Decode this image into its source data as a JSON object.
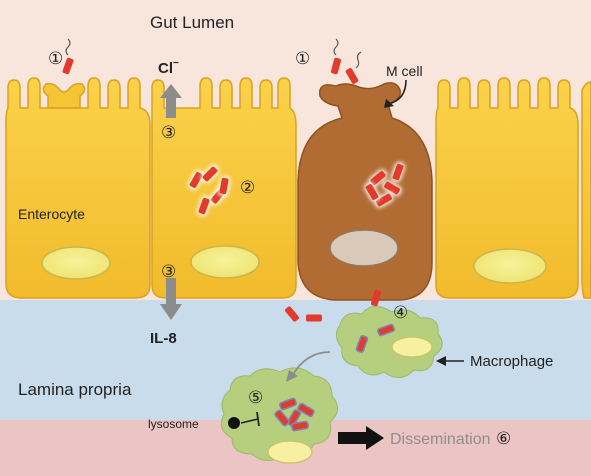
{
  "regions": {
    "lumen": "Gut Lumen",
    "lamina": "Lamina propria"
  },
  "cells": {
    "enterocyte": "Enterocyte",
    "m_cell": "M cell",
    "macrophage": "Macrophage",
    "lysosome": "lysosome"
  },
  "signals": {
    "chloride": "Cl",
    "chloride_sup": "−",
    "il8": "IL-8"
  },
  "steps": {
    "s1": "①",
    "s2": "②",
    "s3": "③",
    "s4": "④",
    "s5": "⑤",
    "s6": "⑥"
  },
  "outcome": {
    "dissemination": "Dissemination"
  },
  "colors": {
    "lumen_bg": "#f8e5dc",
    "lamina_bg": "#c9dceb",
    "bottom_bg": "#ebc4c4",
    "enterocyte": "#f6c535",
    "m_cell": "#b06c33",
    "macrophage": "#b6cf7f",
    "bacterium": "#e23a2b",
    "arrow_grey": "#8c8c8c"
  }
}
